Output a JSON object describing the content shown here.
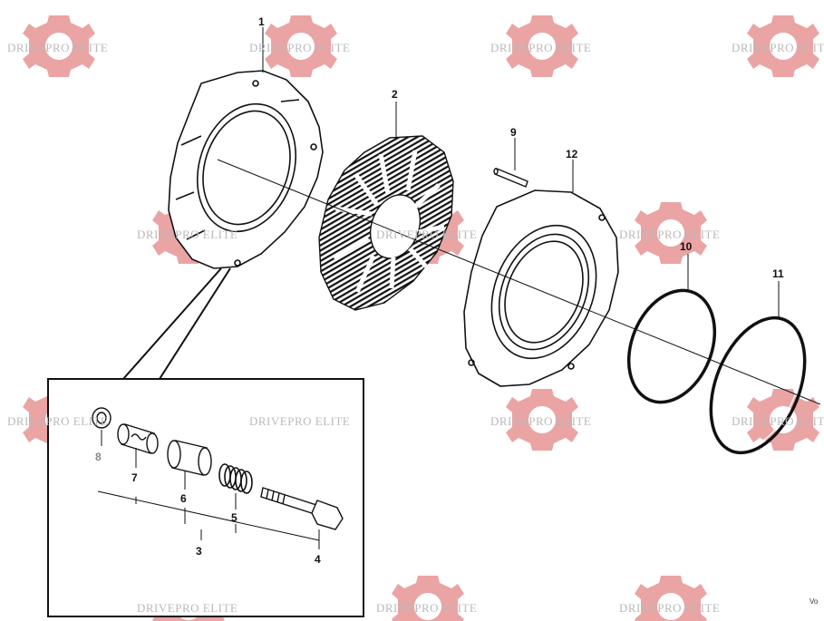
{
  "watermark": {
    "text": "DRIVEPRO ELITE",
    "gear_color": "#e89a9a",
    "text_color": "#b9b9b9"
  },
  "callouts": {
    "c1": "1",
    "c2": "2",
    "c3": "3",
    "c4": "4",
    "c5": "5",
    "c6": "6",
    "c7": "7",
    "c8": "8",
    "c9": "9",
    "c10": "10",
    "c11": "11",
    "c12": "12"
  },
  "figure_code": "Vo"
}
